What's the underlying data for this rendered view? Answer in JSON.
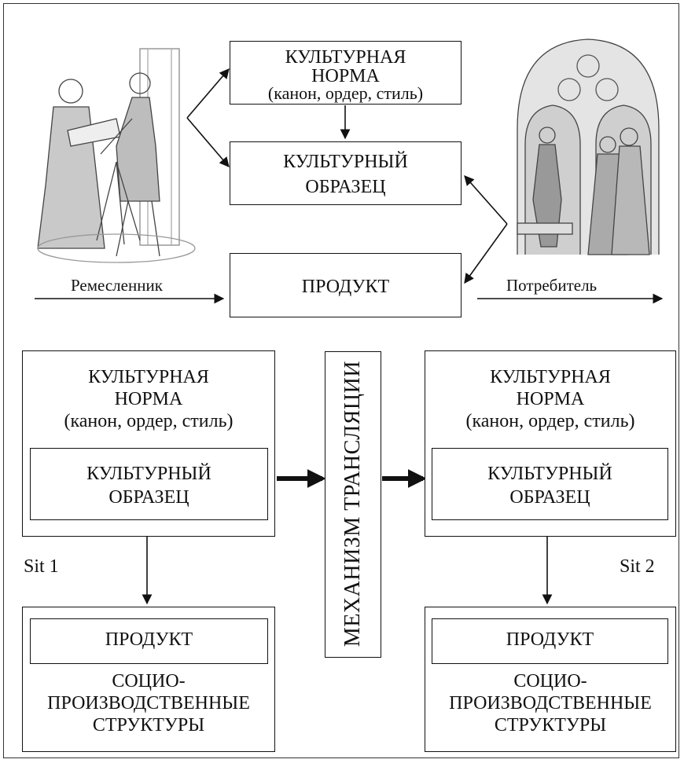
{
  "top": {
    "norm_box": {
      "line1": "КУЛЬТУРНАЯ",
      "line2": "НОРМА",
      "line3": "(канон, ордер, стиль)"
    },
    "sample_box": {
      "line1": "КУЛЬТУРНЫЙ",
      "line2": "ОБРАЗЕЦ"
    },
    "product_box": {
      "label": "ПРОДУКТ"
    },
    "left_label": "Ремесленник",
    "right_label": "Потребитель"
  },
  "left_block": {
    "norm_line1": "КУЛЬТУРНАЯ",
    "norm_line2": "НОРМА",
    "norm_line3": "(канон, ордер, стиль)",
    "sample_line1": "КУЛЬТУРНЫЙ",
    "sample_line2": "ОБРАЗЕЦ",
    "sit": "Sit 1",
    "product": "ПРОДУКТ",
    "struct_line1": "СОЦИО-",
    "struct_line2": "ПРОИЗВОДСТВЕННЫЕ",
    "struct_line3": "СТРУКТУРЫ"
  },
  "mechanism": "МЕХАНИЗМ ТРАНСЛЯЦИИ",
  "right_block": {
    "norm_line1": "КУЛЬТУРНАЯ",
    "norm_line2": "НОРМА",
    "norm_line3": "(канон, ордер, стиль)",
    "sample_line1": "КУЛЬТУРНЫЙ",
    "sample_line2": "ОБРАЗЕЦ",
    "sit": "Sit 2",
    "product": "ПРОДУКТ",
    "struct_line1": "СОЦИО-",
    "struct_line2": "ПРОИЗВОДСТВЕННЫЕ",
    "struct_line3": "СТРУКТУРЫ"
  }
}
